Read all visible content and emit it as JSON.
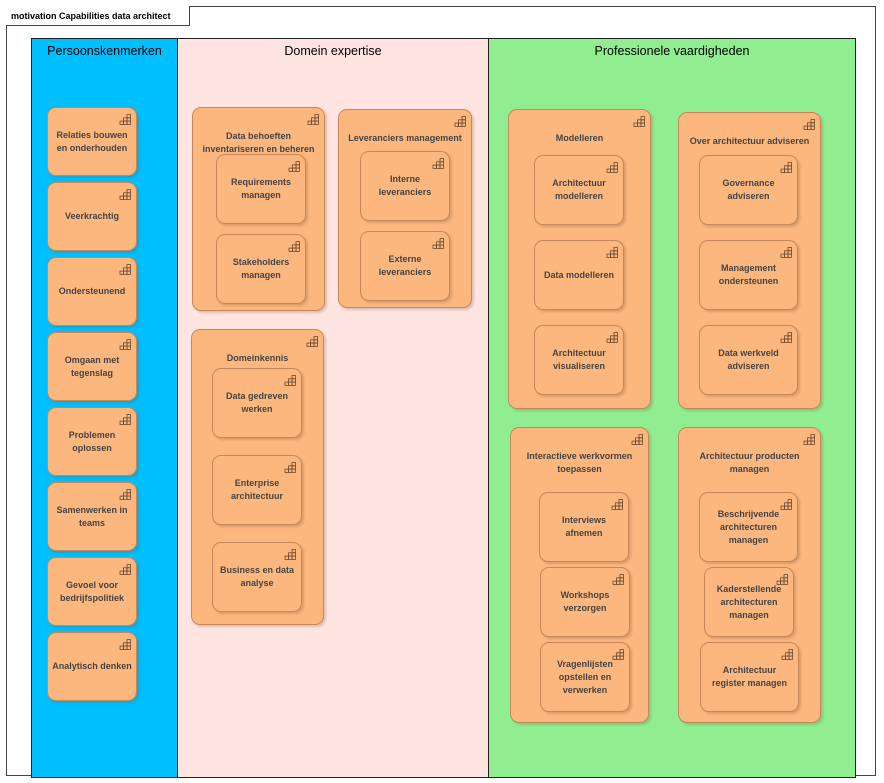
{
  "diagram": {
    "frame_title": "motivation Capabilities data architect",
    "lanes": {
      "persoonskenmerken": "Persoonskenmerken",
      "domein": "Domein expertise",
      "professioneel": "Professionele vaardigheden"
    },
    "colors": {
      "lane_persoonskenmerken": "#00bfff",
      "lane_domein": "#ffe4e1",
      "lane_professioneel": "#90ee90",
      "capability_fill": "#fcb77f",
      "capability_border": "#c78859"
    },
    "icon_name": "capability-icon",
    "persoonskenmerken": [
      "Relaties bouwen en onderhouden",
      "Veerkrachtig",
      "Ondersteunend",
      "Omgaan met tegenslag",
      "Problemen oplossen",
      "Samenwerken in teams",
      "Gevoel voor bedrijfspolitiek",
      "Analytisch denken"
    ],
    "domein": {
      "data_behoeften": {
        "title": "Data behoeften inventariseren en beheren",
        "items": [
          "Requirements managen",
          "Stakeholders managen"
        ]
      },
      "leveranciers": {
        "title": "Leveranciers management",
        "items": [
          "Interne leveranciers",
          "Externe leveranciers"
        ]
      },
      "domeinkennis": {
        "title": "Domeinkennis",
        "items": [
          "Data gedreven werken",
          "Enterprise architectuur",
          "Business en data analyse"
        ]
      }
    },
    "professioneel": {
      "modelleren": {
        "title": "Modelleren",
        "items": [
          "Architectuur modelleren",
          "Data modelleren",
          "Architectuur visualiseren"
        ]
      },
      "adviseren": {
        "title": "Over architectuur adviseren",
        "items": [
          "Governance adviseren",
          "Management ondersteunen",
          "Data werkveld adviseren"
        ]
      },
      "werkvormen": {
        "title": "Interactieve werkvormen toepassen",
        "items": [
          "Interviews afnemen",
          "Workshops verzorgen",
          "Vragenlijsten opstellen en verwerken"
        ]
      },
      "producten": {
        "title": "Architectuur producten managen",
        "items": [
          "Beschrijvende architecturen managen",
          "Kaderstellende architecturen managen",
          "Architectuur register managen"
        ]
      }
    }
  }
}
